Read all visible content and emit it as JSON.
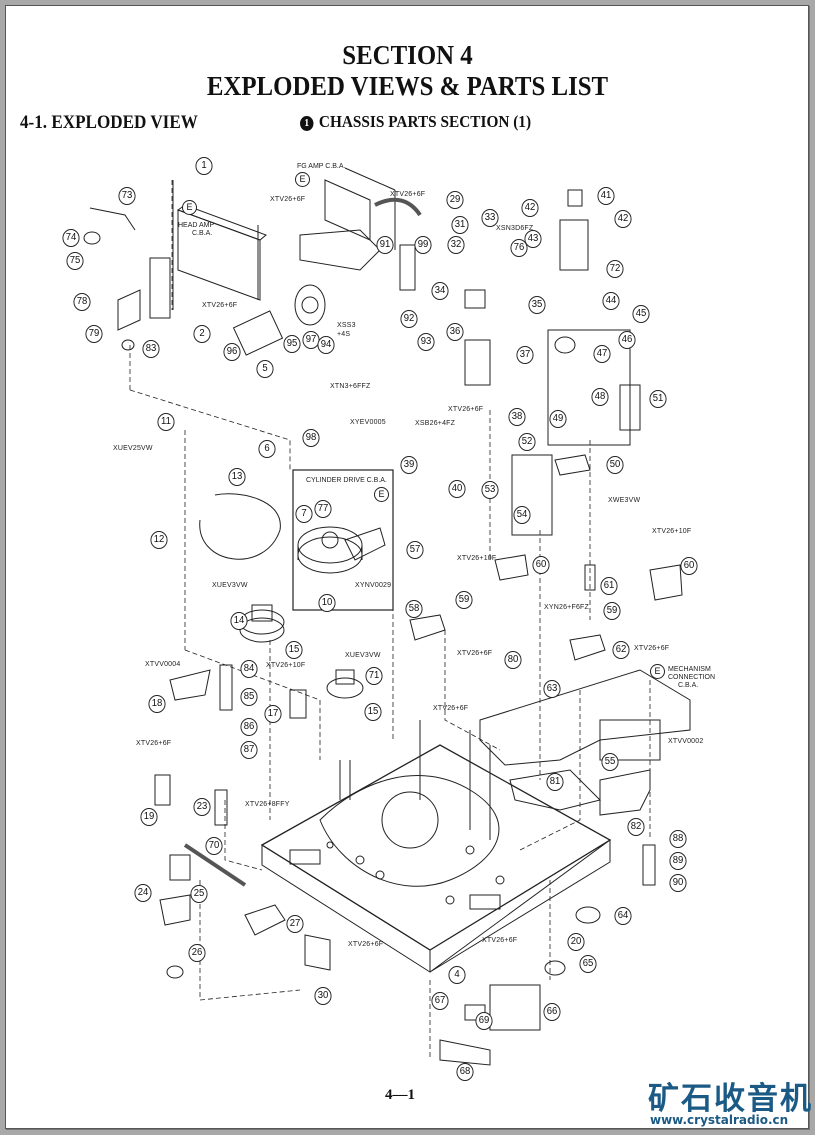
{
  "document": {
    "section_title": "SECTION 4",
    "section_subtitle": "EXPLODED VIEWS & PARTS LIST",
    "subsection": "4-1. EXPLODED VIEW",
    "part_marker": "1",
    "part_title": "CHASSIS PARTS SECTION (1)",
    "page_number": "4—1"
  },
  "board_labels": {
    "head_amp": "HEAD AMP",
    "head_amp_cba": "C.B.A.",
    "fg_amp": "FG AMP C.B.A.",
    "cylinder_drive": "CYLINDER DRIVE C.B.A.",
    "mechanism_1": "MECHANISM",
    "mechanism_2": "CONNECTION",
    "mechanism_3": "C.B.A.",
    "e_mark": "E"
  },
  "part_codes": {
    "c1": "XTV26+6F",
    "c2": "XTV26+6F",
    "c3": "XTV26+6F",
    "c4": "XSN3D6FZ",
    "c5": "XSS3",
    "c6": "+4S",
    "c7": "XTN3+6FFZ",
    "c8": "XYEV0005",
    "c9": "XSB26+4FZ",
    "c10": "XTV26+6F",
    "c11": "XUEV25VW",
    "c12": "XWE3VW",
    "c13": "XYNV0029",
    "c14": "XUEV3VW",
    "c15": "XTV26+10F",
    "c16": "XTV26+10F",
    "c17": "XYN26+F6FZ",
    "c18": "XTV26+6F",
    "c19": "XTVV0004",
    "c20": "XUEV3VW",
    "c21": "XTV26+10F",
    "c22": "XTV26+6F",
    "c23": "XTV26+6F",
    "c24": "XTVV0002",
    "c25": "XTV26+8FFY",
    "c26": "XTV26+6F",
    "c27": "XTV26+6F"
  },
  "callouts": [
    "1",
    "73",
    "29",
    "41",
    "42",
    "42",
    "74",
    "31",
    "33",
    "32",
    "76",
    "43",
    "75",
    "72",
    "78",
    "2",
    "91",
    "99",
    "34",
    "35",
    "44",
    "79",
    "83",
    "92",
    "45",
    "96",
    "95",
    "97",
    "94",
    "36",
    "93",
    "37",
    "46",
    "47",
    "5",
    "48",
    "51",
    "49",
    "98",
    "38",
    "11",
    "39",
    "52",
    "6",
    "50",
    "13",
    "40",
    "53",
    "7",
    "77",
    "54",
    "12",
    "10",
    "57",
    "60",
    "61",
    "60",
    "58",
    "59",
    "59",
    "14",
    "15",
    "62",
    "84",
    "71",
    "80",
    "63",
    "18",
    "85",
    "15",
    "17",
    "86",
    "87",
    "55",
    "81",
    "19",
    "23",
    "82",
    "88",
    "70",
    "89",
    "24",
    "25",
    "27",
    "90",
    "64",
    "26",
    "20",
    "4",
    "30",
    "65",
    "67",
    "66",
    "69",
    "68"
  ],
  "watermark": {
    "text": "矿石收音机",
    "url": "www.crystalradio.cn",
    "color": "#1a5a85"
  }
}
